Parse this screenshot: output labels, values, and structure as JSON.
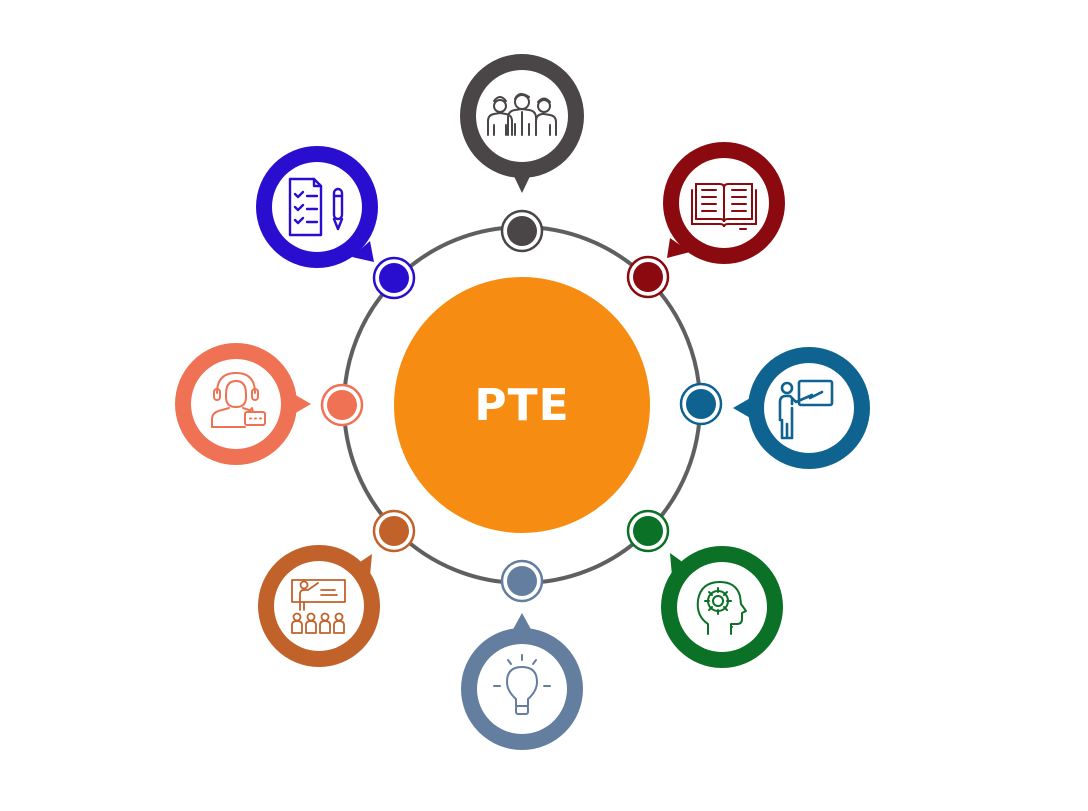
{
  "diagram": {
    "center": {
      "label": "PTE",
      "color": "#F68D12"
    },
    "ring_color": "#5F5F5F",
    "nodes": [
      {
        "id": "team",
        "icon": "team-people-icon",
        "color": "#4A4546",
        "position": "top"
      },
      {
        "id": "book",
        "icon": "open-book-icon",
        "color": "#8B0A10",
        "position": "top-right"
      },
      {
        "id": "presentation",
        "icon": "presenter-board-icon",
        "color": "#0F6390",
        "position": "right"
      },
      {
        "id": "mind",
        "icon": "head-gear-icon",
        "color": "#0B7126",
        "position": "bottom-right"
      },
      {
        "id": "idea",
        "icon": "lightbulb-icon",
        "color": "#637E9E",
        "position": "bottom"
      },
      {
        "id": "classroom",
        "icon": "classroom-teacher-icon",
        "color": "#C1622B",
        "position": "bottom-left"
      },
      {
        "id": "support",
        "icon": "headset-agent-icon",
        "color": "#EF7255",
        "position": "left"
      },
      {
        "id": "checklist",
        "icon": "checklist-pencil-icon",
        "color": "#2A0ED0",
        "position": "top-left"
      }
    ]
  }
}
